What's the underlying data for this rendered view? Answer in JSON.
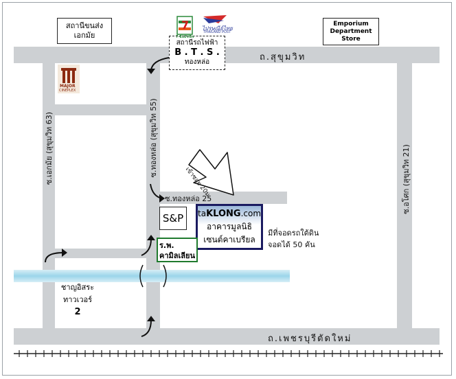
{
  "roads": {
    "sukhumvit": "ถ.สุขุมวิท",
    "phetchaburi": "ถ.เพชรบุรีตัดใหม่",
    "ekkamai": "ซ.เอกมัย (สุขุมวิท 63)",
    "thonglor": "ซ.ทองหล่อ (สุขุมวิท 55)",
    "asok": "ซ.อโศก (สุขุมวิท 21)",
    "thonglor25": "ซ.ทองหล่อ 25"
  },
  "places": {
    "ekkamai_bus_line1": "สถานีขนส่ง",
    "ekkamai_bus_line2": "เอกมัย",
    "emporium_line1": "Emporium",
    "emporium_line2": "Department",
    "emporium_line3": "Store",
    "bts_line1": "สถานีรถไฟฟ้า",
    "bts_line2": "B . T . S .",
    "bts_line3": "ทองหล่อ",
    "major_text": "MAJOR",
    "major_sub": "CINEPLEX",
    "seven_eleven": "7-ELEVEn",
    "thaipost": "ไปรษณีย์ไทย",
    "thaipost_sub": "THAILAND POST",
    "sp": "S&P",
    "hospital_line1": "ร.พ.",
    "hospital_line2": "คามิลเลียน",
    "target_brand_prefix": "ta",
    "target_brand_main": "KLONG",
    "target_brand_suffix": ".com",
    "target_line2": "อาคารมูลนิธิ",
    "target_line3": "เซนต์คาเบรียล",
    "parking_line1": "มีที่จอดรถใต้ดิน",
    "parking_line2": "จอดได้ 50 คัน",
    "entry_arrow": "เข้าซอย 20ม.",
    "tower_line1": "ชาญอิสระ",
    "tower_line2": "ทาวเวอร์",
    "tower_line3": "2"
  },
  "colors": {
    "road": "#cdd0d3",
    "river": "#9bd5ea",
    "target_border": "#1a1a60",
    "hospital_border": "#1f7a2e",
    "hospital_cross": "#e02020"
  }
}
